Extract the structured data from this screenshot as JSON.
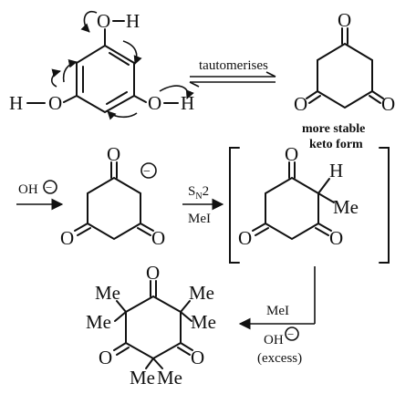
{
  "atoms": {
    "oxygen": "O",
    "hydrogen": "H",
    "methyl": "Me"
  },
  "tautomer": {
    "label": "tautomerises",
    "note_line1": "more stable",
    "note_line2": "keto form"
  },
  "step1": {
    "reagent": "OH",
    "charge": "−"
  },
  "step2": {
    "mechanism": "S",
    "mechanism_sub": "N",
    "mechanism_num": "2",
    "reagent": "MeI"
  },
  "step3": {
    "reagent1": "MeI",
    "reagent2": "OH",
    "charge": "−",
    "condition": "(excess)"
  }
}
